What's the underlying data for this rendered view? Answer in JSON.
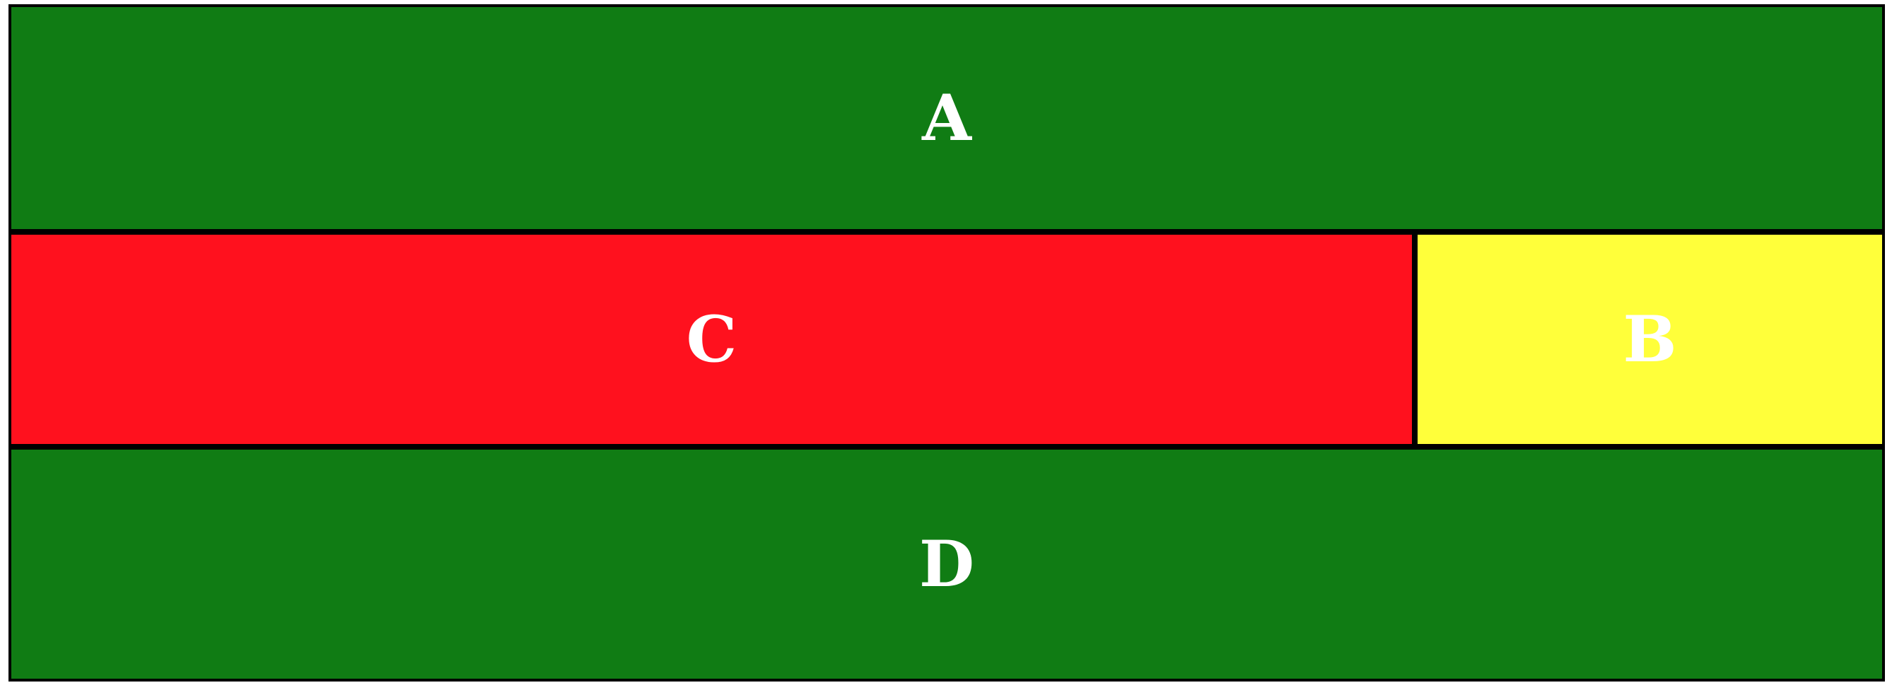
{
  "regions": {
    "top": {
      "label": "A",
      "color": "#107C14"
    },
    "middle_left": {
      "label": "C",
      "color": "#FF111E"
    },
    "middle_right": {
      "label": "B",
      "color": "#FFFF3A"
    },
    "bottom": {
      "label": "D",
      "color": "#107C14"
    }
  }
}
